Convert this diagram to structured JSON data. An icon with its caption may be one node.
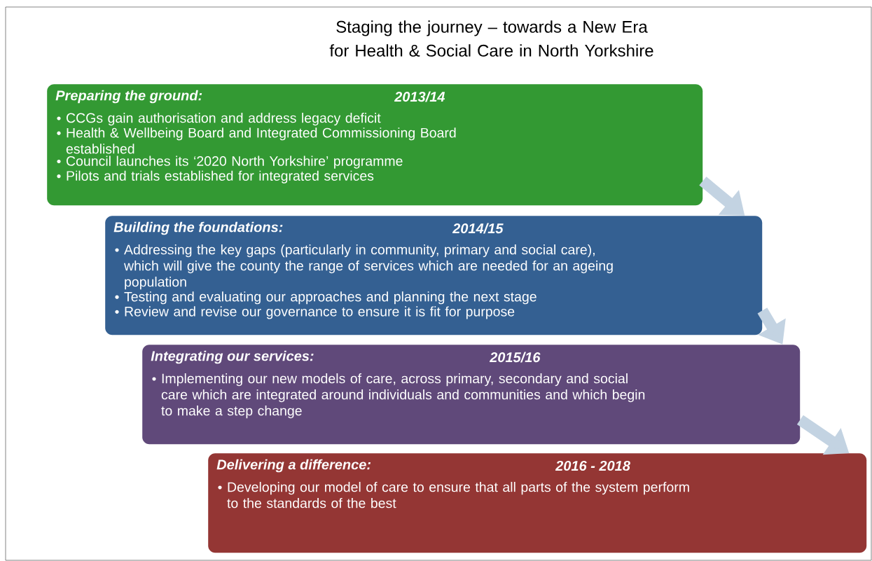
{
  "diagram": {
    "title": "Staging the journey – towards a New Era for Health & Social Care in North Yorkshire",
    "nodes": [
      {
        "text": [
          "Preparing the ground:",
          "2013/14",
          "CCGs gain authorisation and address legacy deficit",
          "Health & Wellbeing Board and Integrated Commissioning Board established",
          "Council launches its ‘2020 North Yorkshire’ programme",
          "Pilots and trials established for integrated services"
        ]
      },
      {
        "text": [
          "Building the foundations:",
          "2014/15",
          "Addressing the key gaps  (particularly in community, primary and social care), which will give the county the range of services which are needed for an ageing population",
          "Testing and evaluating our approaches and planning the next stage",
          "Review and revise our governance to ensure it is fit for purpose"
        ]
      },
      {
        "text": [
          "Integrating our services:",
          "2015/16",
          "Implementing our new models of care, across primary, secondary and social care which are integrated around individuals and communities and which begin to make a step change"
        ]
      },
      {
        "text": [
          "Delivering a difference:",
          "2016 - 2018",
          "Developing our model of care to ensure that all parts of the system perform to the standards of the best"
        ]
      }
    ],
    "edges": [
      {
        "from": 0,
        "to": 1,
        "arrow": "to"
      },
      {
        "from": 1,
        "to": 2,
        "arrow": "to"
      },
      {
        "from": 2,
        "to": 3,
        "arrow": "to"
      }
    ]
  }
}
